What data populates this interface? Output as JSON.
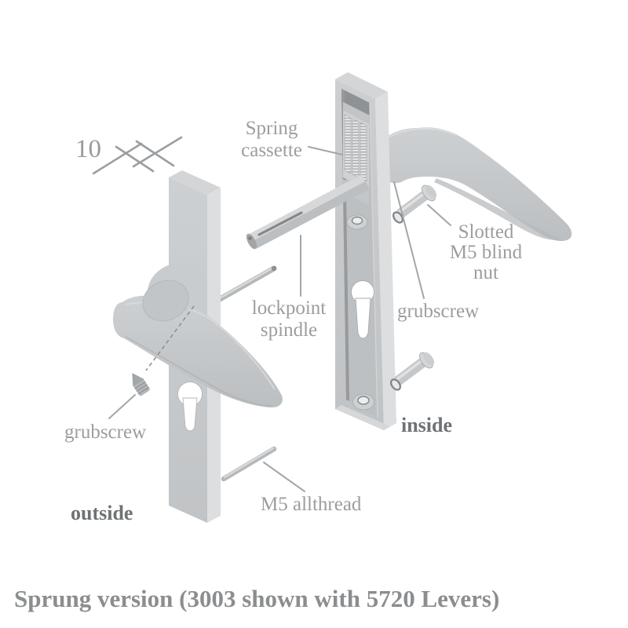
{
  "diagram": {
    "dimension_marker": "10",
    "labels": {
      "spring_cassette": {
        "line1": "Spring",
        "line2": "cassette"
      },
      "slotted_blind_nut": {
        "line1": "Slotted",
        "line2": "M5 blind",
        "line3": "nut"
      },
      "grubscrew_right": "grubscrew",
      "lockpoint_spindle": {
        "line1": "lockpoint",
        "line2": "spindle"
      },
      "grubscrew_left": "grubscrew",
      "m5_allthread": "M5 allthread",
      "side_inside": "inside",
      "side_outside": "outside"
    },
    "caption": "Sprung version (3003 shown with 5720 Levers)",
    "colors": {
      "background": "#ffffff",
      "metal": "#c6c9cb",
      "metal_light": "#dcdedf",
      "metal_dark": "#b2b5b7",
      "recess_shadow": "#8f9294",
      "label": "#9b9da0",
      "bold": "#6f7275",
      "caption": "#8b8d8f",
      "leader": "#a3a6a8"
    }
  }
}
